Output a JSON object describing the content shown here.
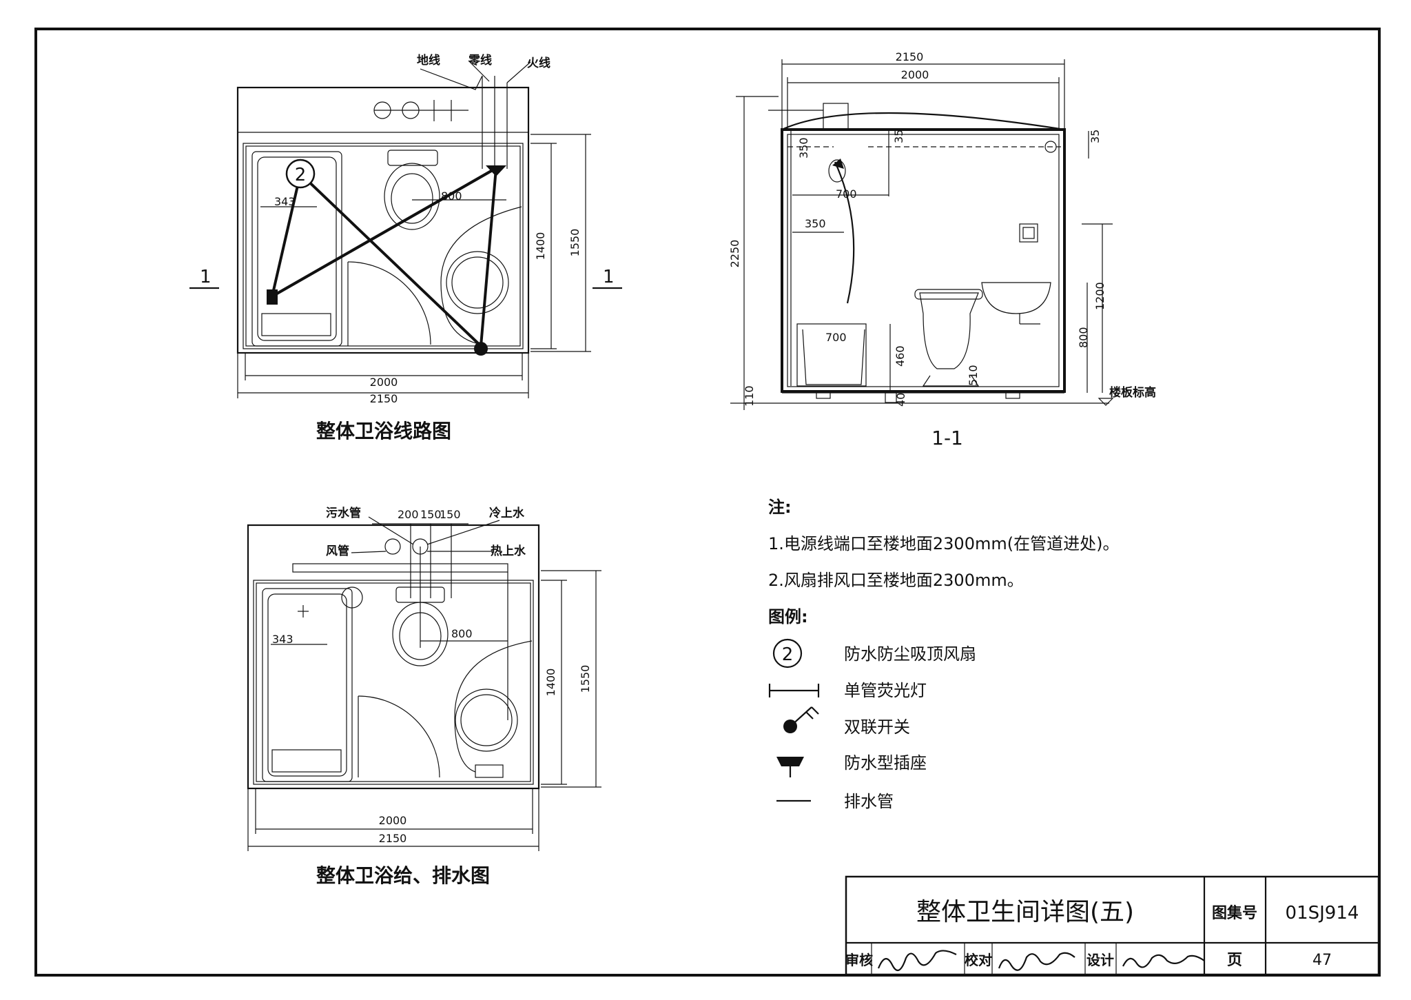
{
  "wiring_plan": {
    "caption": "整体卫浴线路图",
    "labels": {
      "ground": "地线",
      "neutral": "零线",
      "live": "火线"
    },
    "dims": {
      "width_inner": "2000",
      "width_outer": "2150",
      "height_inner": "1400",
      "height_outer": "1550",
      "tub_offset": "343",
      "basin_offset": "800"
    },
    "section_mark_left": "1",
    "section_mark_right": "1",
    "fan_symbol": "2"
  },
  "water_plan": {
    "caption": "整体卫浴给、排水图",
    "labels": {
      "sewage": "污水管",
      "cold": "冷上水",
      "vent": "风管",
      "hot": "热上水"
    },
    "dims": {
      "d200": "200",
      "d150a": "150",
      "d150b": "150",
      "width_inner": "2000",
      "width_outer": "2150",
      "height_inner": "1400",
      "height_outer": "1550",
      "tub_offset": "343",
      "basin_offset": "800"
    }
  },
  "section": {
    "caption": "1-1",
    "dims": {
      "width_outer": "2150",
      "width_inner": "2000",
      "height": "2250",
      "d35a": "35",
      "d35b": "35",
      "d350a": "350",
      "d700a": "700",
      "d350b": "350",
      "d1200": "1200",
      "d800": "800",
      "d700b": "700",
      "d460": "460",
      "d510": "510",
      "d110": "110",
      "d40": "40"
    },
    "floor_label": "楼板标高"
  },
  "notes": {
    "title": "注:",
    "items": [
      "1.电源线端口至楼地面2300mm(在管道进处)。",
      "2.风扇排风口至楼地面2300mm。"
    ]
  },
  "legend": {
    "title": "图例:",
    "items": [
      {
        "symbol": "fan-symbol",
        "glyph": "2",
        "text": "防水防尘吸顶风扇"
      },
      {
        "symbol": "fluorescent-lamp-symbol",
        "text": "单管荧光灯"
      },
      {
        "symbol": "double-switch-symbol",
        "text": "双联开关"
      },
      {
        "symbol": "waterproof-socket-symbol",
        "text": "防水型插座"
      },
      {
        "symbol": "drain-pipe-symbol",
        "text": "排水管"
      }
    ]
  },
  "title_block": {
    "title": "整体卫生间详图(五)",
    "atlas_label": "图集号",
    "atlas_no": "01SJ914",
    "review_label": "审核",
    "check_label": "校对",
    "design_label": "设计",
    "page_label": "页",
    "page_no": "47"
  }
}
